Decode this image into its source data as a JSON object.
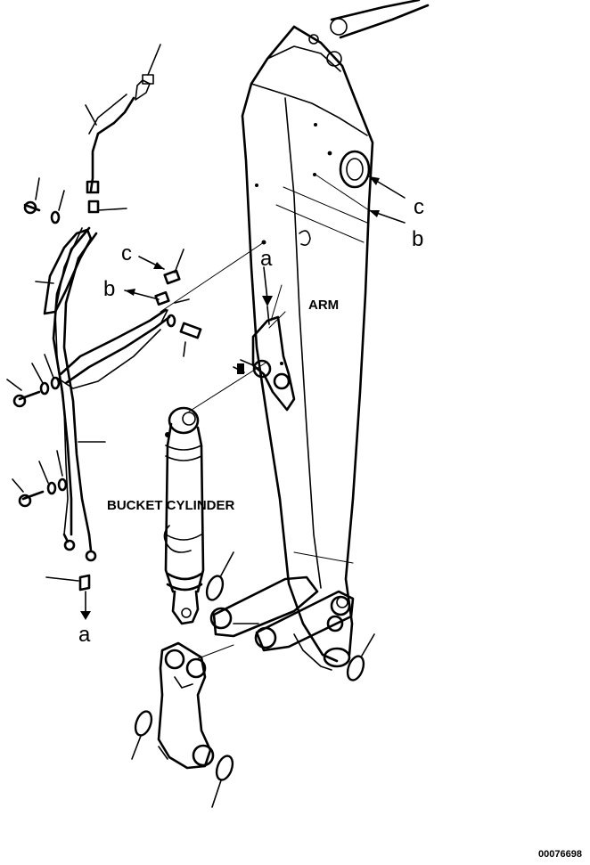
{
  "labels": {
    "arm": "ARM",
    "bucket_cylinder": "BUCKET CYLINDER",
    "a_top": "a",
    "a_bottom": "a",
    "b_left": "b",
    "b_right": "b",
    "c_left": "c",
    "c_right": "c",
    "drawing_number": "00076698"
  }
}
